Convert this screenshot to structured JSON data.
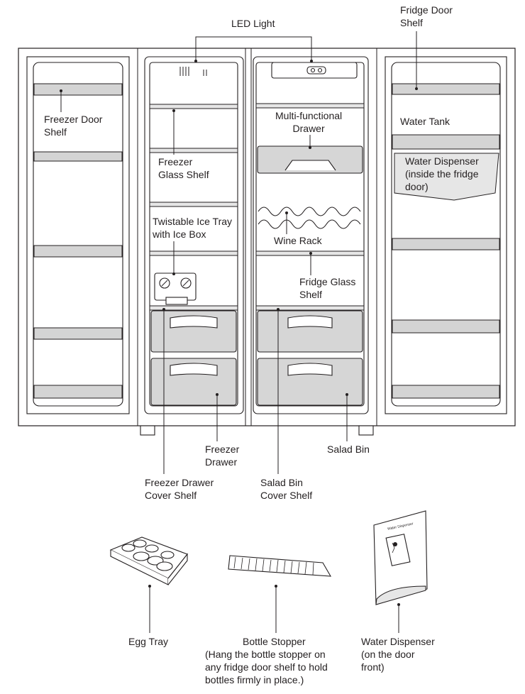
{
  "labels": {
    "led_light": "LED Light",
    "fridge_door_shelf": [
      "Fridge Door",
      "Shelf"
    ],
    "freezer_door_shelf": [
      "Freezer Door",
      "Shelf"
    ],
    "multi_functional_drawer": [
      "Multi-functional",
      "Drawer"
    ],
    "water_tank": "Water Tank",
    "freezer_glass_shelf": [
      "Freezer",
      "Glass Shelf"
    ],
    "water_dispenser_inside": [
      "Water Dispenser",
      "(inside the fridge",
      "door)"
    ],
    "twistable_ice_tray": [
      "Twistable Ice Tray",
      "with Ice Box"
    ],
    "wine_rack": "Wine Rack",
    "fridge_glass_shelf": [
      "Fridge Glass",
      "Shelf"
    ],
    "freezer_drawer": [
      "Freezer",
      "Drawer"
    ],
    "salad_bin": "Salad Bin",
    "freezer_drawer_cover_shelf": [
      "Freezer Drawer",
      "Cover Shelf"
    ],
    "salad_bin_cover_shelf": [
      "Salad Bin",
      "Cover Shelf"
    ],
    "egg_tray": "Egg Tray",
    "bottle_stopper": [
      "Bottle Stopper",
      "(Hang the bottle stopper on",
      "any fridge door shelf to hold",
      "bottles firmly in place.)"
    ],
    "water_dispenser_front": [
      "Water Dispenser",
      "(on the door",
      "front)"
    ]
  },
  "dispenser_panel_text": "Water Dispenser"
}
